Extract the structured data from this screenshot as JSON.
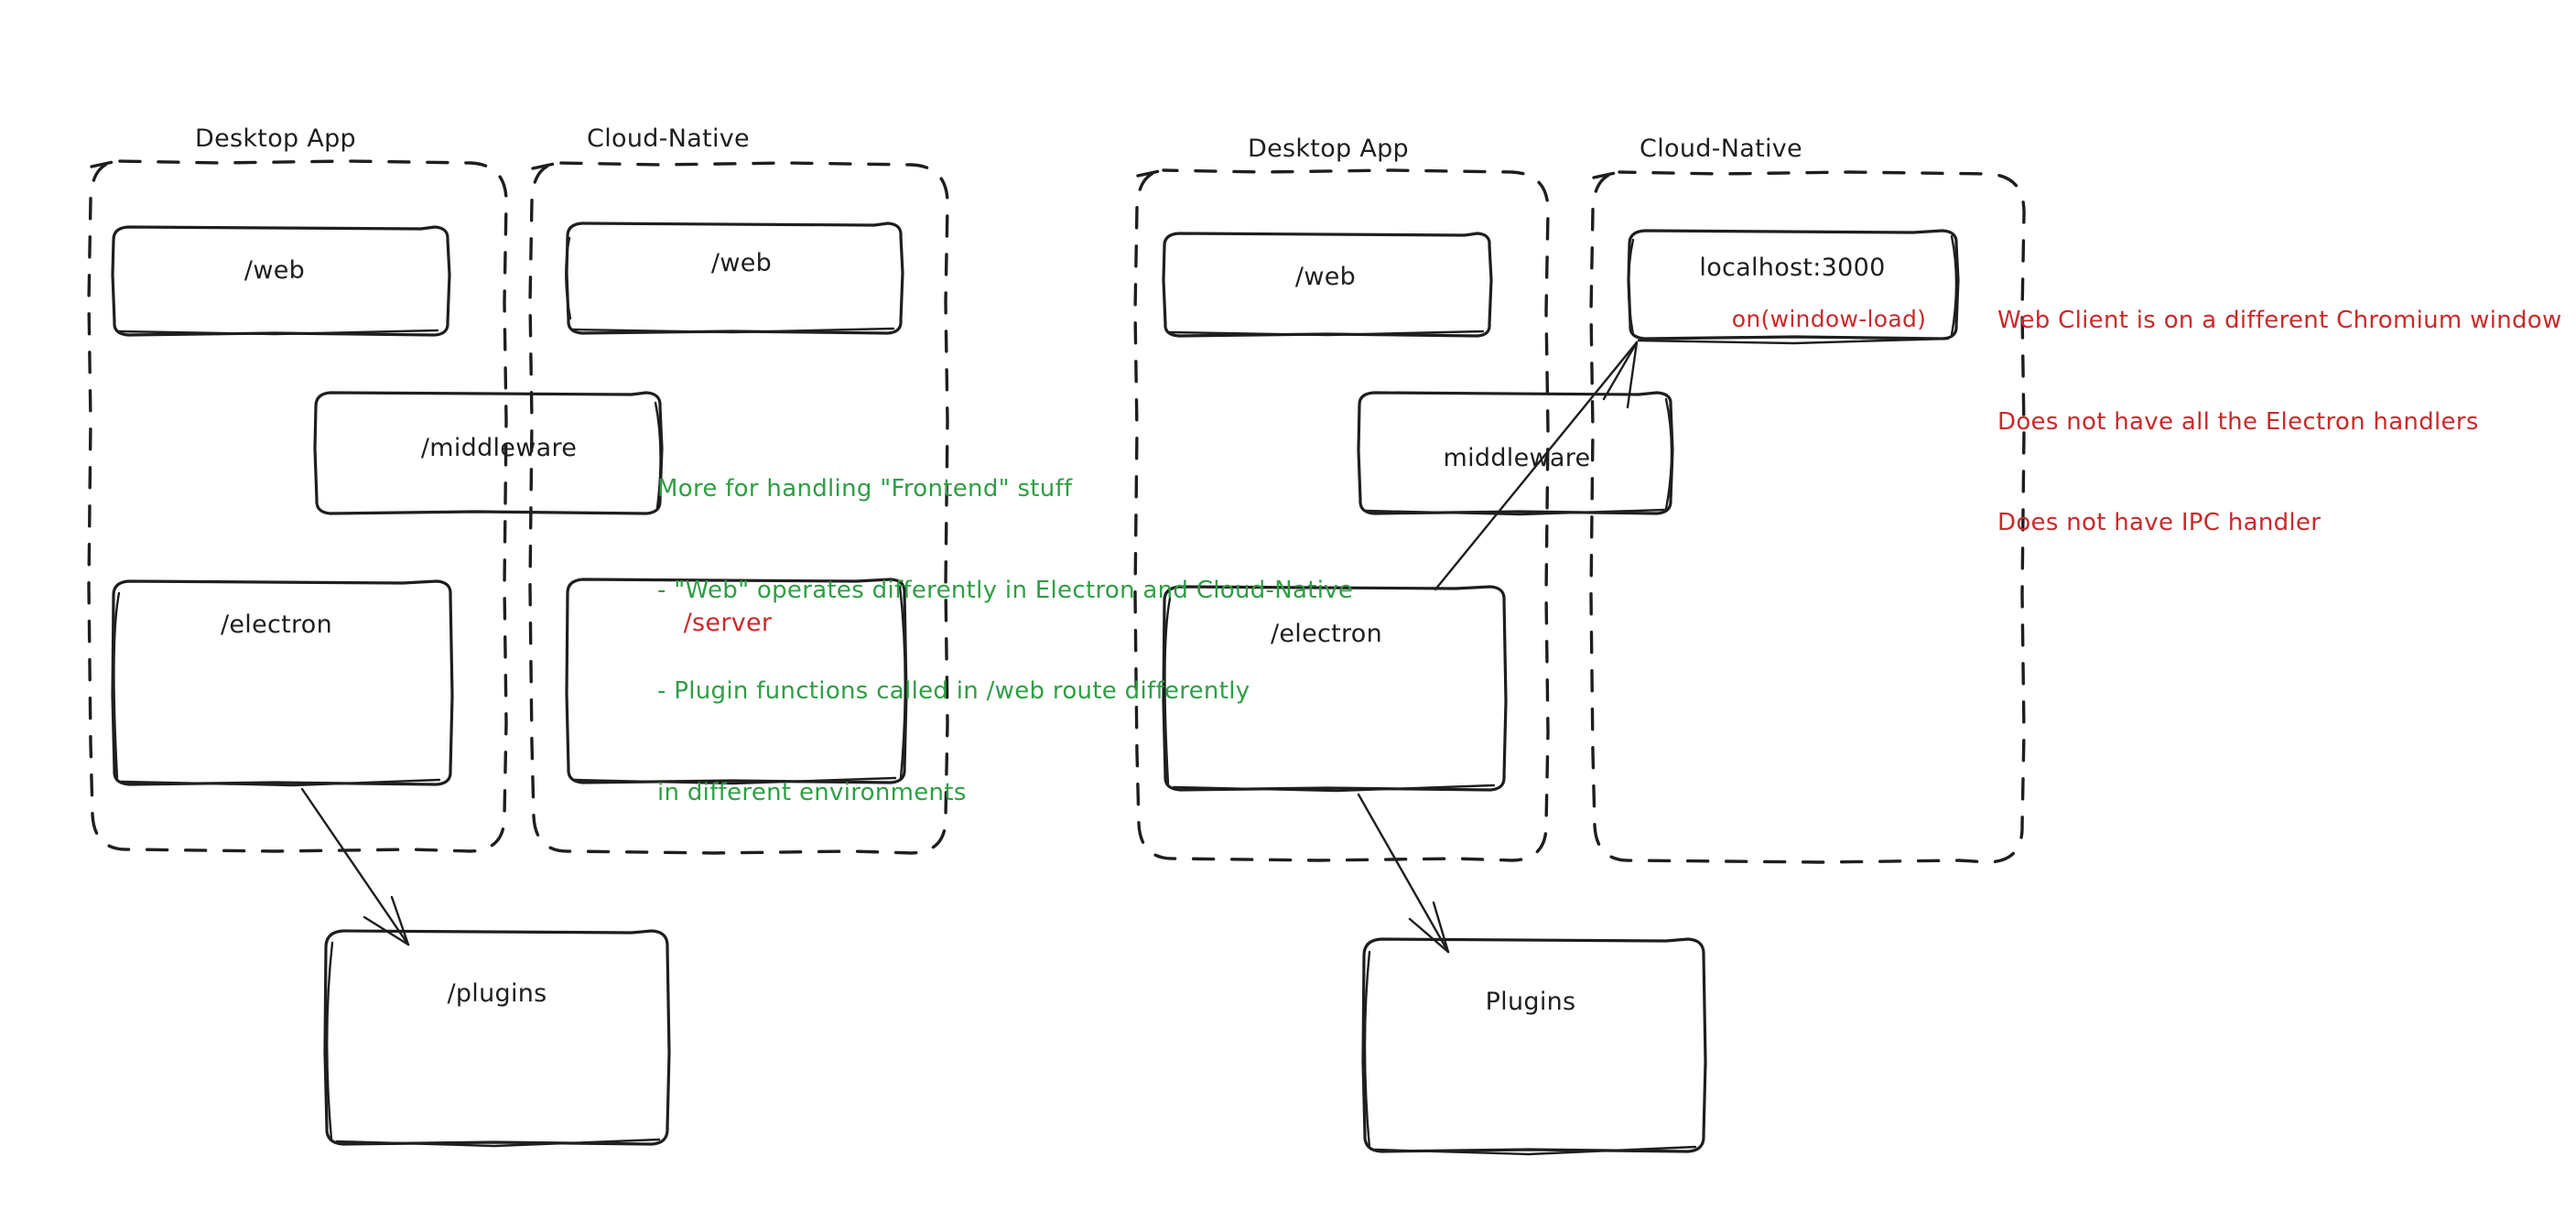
{
  "diagram": {
    "title": "Electron Desktop App vs Cloud-Native architecture comparison",
    "colors": {
      "ink": "#1e1e1e",
      "green": "#2f9e44",
      "red": "#c92a2a",
      "background": "#ffffff"
    }
  },
  "left_diagram": {
    "groups": [
      {
        "id": "left-desktop",
        "title": "Desktop App"
      },
      {
        "id": "left-cloud",
        "title": "Cloud-Native"
      }
    ],
    "nodes": [
      {
        "id": "left-desktop-web",
        "label": "/web",
        "color": "ink"
      },
      {
        "id": "left-cloud-web",
        "label": "/web",
        "color": "ink"
      },
      {
        "id": "left-middleware",
        "label": "/middleware",
        "color": "ink"
      },
      {
        "id": "left-desktop-electron",
        "label": "/electron",
        "color": "ink"
      },
      {
        "id": "left-cloud-server",
        "label": "/server",
        "color": "red"
      },
      {
        "id": "left-plugins",
        "label": "/plugins",
        "color": "ink"
      }
    ],
    "edges": [
      {
        "id": "edge-electron-to-plugins",
        "from": "left-desktop-electron",
        "to": "left-plugins"
      }
    ],
    "note_green": {
      "lines": [
        "More for handling \"Frontend\" stuff",
        "- \"Web\" operates differently in Electron and Cloud-Native",
        "- Plugin functions called in /web route differently",
        "in different environments"
      ]
    }
  },
  "right_diagram": {
    "groups": [
      {
        "id": "right-desktop",
        "title": "Desktop App"
      },
      {
        "id": "right-cloud",
        "title": "Cloud-Native"
      }
    ],
    "nodes": [
      {
        "id": "right-desktop-web",
        "label": "/web",
        "color": "ink"
      },
      {
        "id": "right-localhost",
        "label": "localhost:3000",
        "color": "ink",
        "sub_label": "on(window-load)",
        "sub_color": "red"
      },
      {
        "id": "right-middleware",
        "label": "middleware",
        "color": "ink"
      },
      {
        "id": "right-desktop-electron",
        "label": "/electron",
        "color": "ink"
      },
      {
        "id": "right-plugins",
        "label": "Plugins",
        "color": "ink"
      }
    ],
    "edges": [
      {
        "id": "edge-electron-to-localhost",
        "from": "right-desktop-electron",
        "to": "right-localhost"
      },
      {
        "id": "edge-electron-to-plugins-right",
        "from": "right-desktop-electron",
        "to": "right-plugins"
      }
    ],
    "note_red": {
      "lines": [
        "Web Client is on a different Chromium window",
        "Does not have all the Electron handlers",
        "Does not have IPC handler"
      ]
    }
  }
}
